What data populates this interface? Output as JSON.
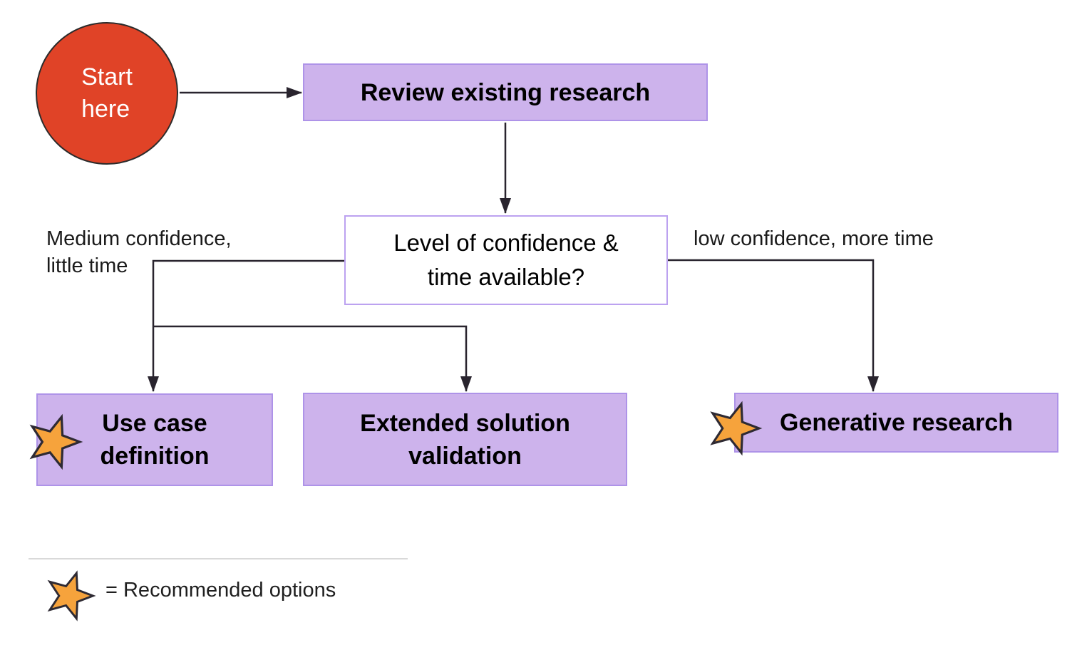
{
  "flowchart": {
    "nodes": {
      "start": {
        "label": "Start\nhere",
        "shape": "circle"
      },
      "review": {
        "label": "Review existing research",
        "shape": "box"
      },
      "decision": {
        "label": "Level of confidence &\ntime available?",
        "shape": "box"
      },
      "use_case": {
        "label": "Use case\ndefinition",
        "shape": "box",
        "recommended": true
      },
      "extended": {
        "label": "Extended solution\nvalidation",
        "shape": "box",
        "recommended": false
      },
      "generative": {
        "label": "Generative research",
        "shape": "box",
        "recommended": true
      }
    },
    "edges": [
      {
        "from": "start",
        "to": "review",
        "label": ""
      },
      {
        "from": "review",
        "to": "decision",
        "label": ""
      },
      {
        "from": "decision",
        "to": "use_case",
        "label": "Medium confidence,\nlittle time"
      },
      {
        "from": "decision",
        "to": "extended",
        "label": ""
      },
      {
        "from": "decision",
        "to": "generative",
        "label": "low confidence, more time"
      }
    ],
    "legend": {
      "icon": "recommended-star-icon",
      "label": "= Recommended options"
    },
    "colors": {
      "node_fill": "#CDB3EC",
      "node_border": "#AE93E8",
      "decision_fill": "#FFFFFF",
      "decision_border": "#BCA2F0",
      "start_fill": "#E04327",
      "start_border": "#2B2B2B",
      "star_fill": "#F6A33C",
      "star_stroke": "#2E2A33",
      "connector": "#29242E",
      "divider": "#D9D9D9",
      "text": "#000000"
    }
  }
}
